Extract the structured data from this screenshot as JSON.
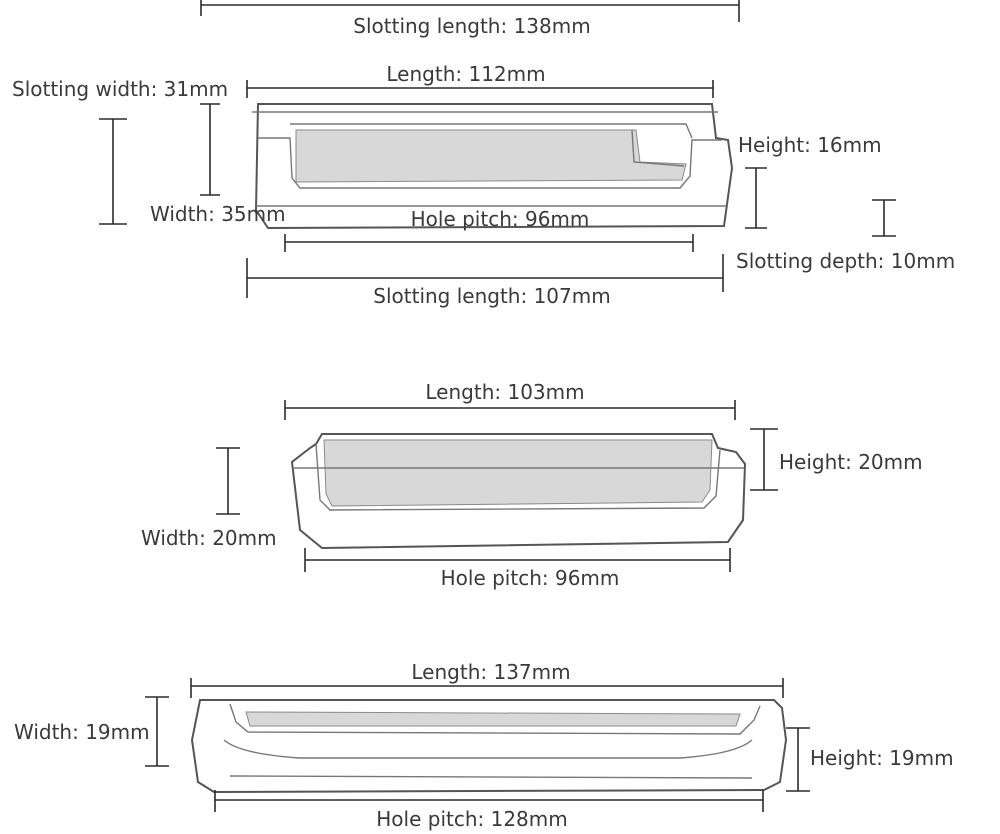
{
  "handles": [
    {
      "slotting_length_top": "Slotting length: 138mm",
      "slotting_width": "Slotting width: 31mm",
      "length": "Length: 112mm",
      "height": "Height: 16mm",
      "width": "Width: 35mm",
      "hole_pitch": "Hole pitch: 96mm",
      "slotting_depth": "Slotting depth: 10mm",
      "slotting_length": "Slotting length: 107mm"
    },
    {
      "length": "Length: 103mm",
      "height": "Height: 20mm",
      "width": "Width: 20mm",
      "hole_pitch": "Hole pitch: 96mm"
    },
    {
      "length": "Length: 137mm",
      "width": "Width: 19mm",
      "height": "Height: 19mm",
      "hole_pitch": "Hole pitch: 128mm"
    }
  ],
  "colors": {
    "line": "#2b2b2b",
    "text": "#3a3a3a",
    "sketch": "#555555"
  }
}
